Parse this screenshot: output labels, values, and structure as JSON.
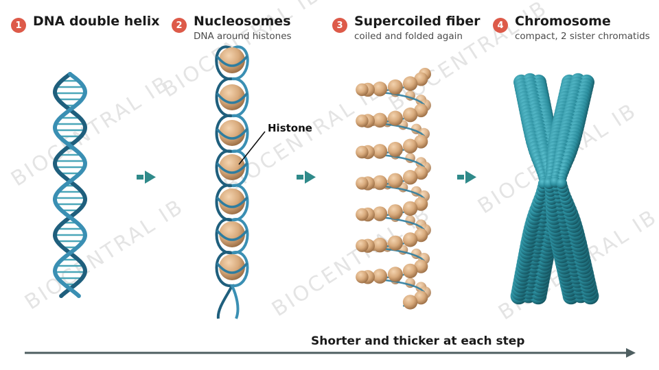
{
  "stages": [
    {
      "number": "1",
      "title": "DNA double helix",
      "subtitle": ""
    },
    {
      "number": "2",
      "title": "Nucleosomes",
      "subtitle": "DNA around histones"
    },
    {
      "number": "3",
      "title": "Supercoiled fiber",
      "subtitle": "coiled and folded again"
    },
    {
      "number": "4",
      "title": "Chromosome",
      "subtitle": "compact, 2 sister chromatids"
    }
  ],
  "callout": {
    "histone": "Histone"
  },
  "axis": {
    "caption": "Shorter and thicker at each step"
  },
  "watermark": {
    "text": "BIOCENTRAL IB"
  },
  "colors": {
    "accent": "#dd5a49",
    "dna": "#2f7fa0",
    "dna_dark": "#1f5f7d",
    "histone": "#d8aa7c",
    "arrow": "#2f8a8a",
    "axis": "#4e5e60",
    "chromosome": "#2a8c9c"
  }
}
